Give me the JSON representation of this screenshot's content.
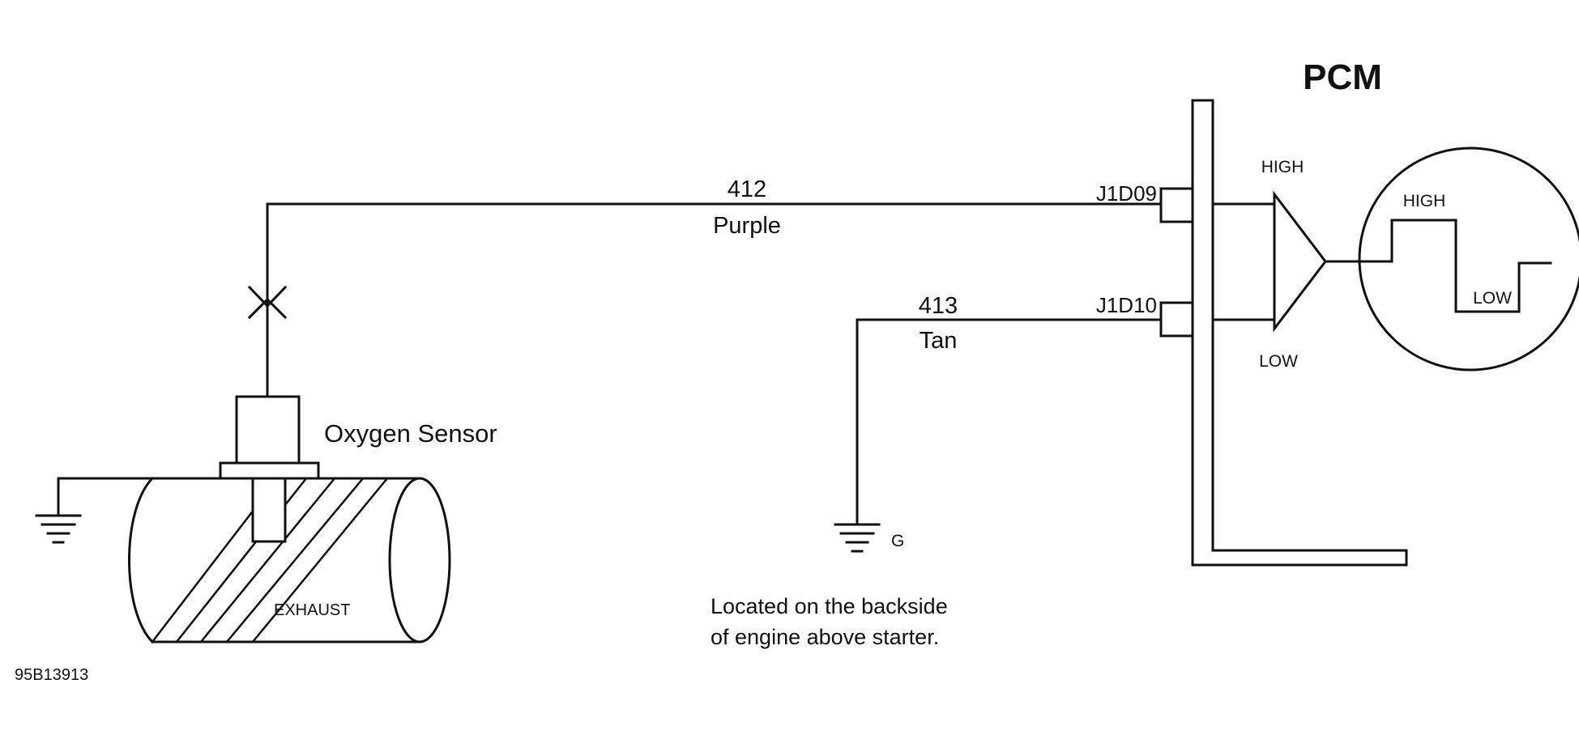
{
  "diagram": {
    "id_code": "95B13913",
    "pcm": {
      "title": "PCM",
      "pins": [
        {
          "pin": "J1D09",
          "input": "HIGH"
        },
        {
          "pin": "J1D10",
          "input": "LOW"
        }
      ],
      "waveform": {
        "high_label": "HIGH",
        "low_label": "LOW"
      }
    },
    "wires": [
      {
        "circuit": "412",
        "color": "Purple"
      },
      {
        "circuit": "413",
        "color": "Tan"
      }
    ],
    "sensor": {
      "label": "Oxygen Sensor",
      "pipe_label": "EXHAUST"
    },
    "ground": {
      "label": "G",
      "location_note": [
        "Located on the backside",
        "of engine above starter."
      ]
    }
  }
}
